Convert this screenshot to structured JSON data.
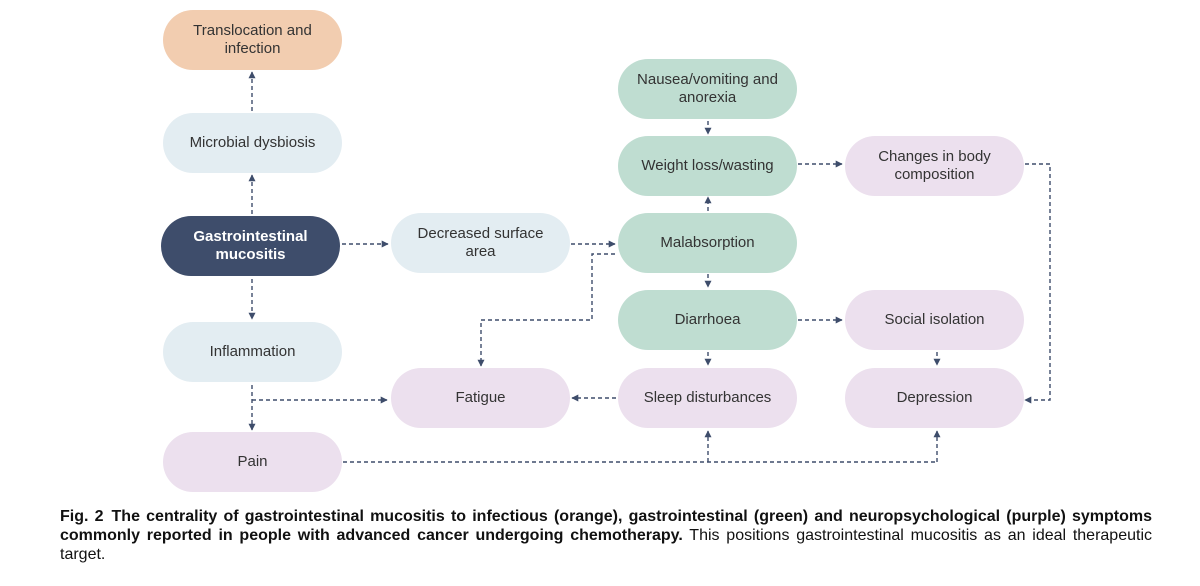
{
  "nodes": {
    "translocation": "Translocation and infection",
    "microbial": "Microbial dysbiosis",
    "gi_mucositis": "Gastrointestinal mucositis",
    "inflammation": "Inflammation",
    "pain": "Pain",
    "decreased_surface": "Decreased surface area",
    "fatigue": "Fatigue",
    "nausea": "Nausea/vomiting and anorexia",
    "weight_loss": "Weight loss/wasting",
    "malabsorption": "Malabsorption",
    "diarrhoea": "Diarrhoea",
    "sleep": "Sleep disturbances",
    "body_comp": "Changes in body composition",
    "social": "Social isolation",
    "depression": "Depression"
  },
  "colors": {
    "infectious": "#f2cdb0",
    "pathway": "#e3edf2",
    "central": "#3e4d6b",
    "gastrointestinal": "#bfddd1",
    "neuropsychological": "#ece0ee",
    "arrow": "#3e4d6b"
  },
  "caption": {
    "label": "Fig. 2",
    "bold": "The centrality of gastrointestinal mucositis to infectious (orange), gastrointestinal (green) and neuropsychological (purple) symptoms commonly reported in people with advanced cancer undergoing chemotherapy.",
    "normal": " This positions gastrointestinal mucositis as an ideal therapeutic target."
  }
}
